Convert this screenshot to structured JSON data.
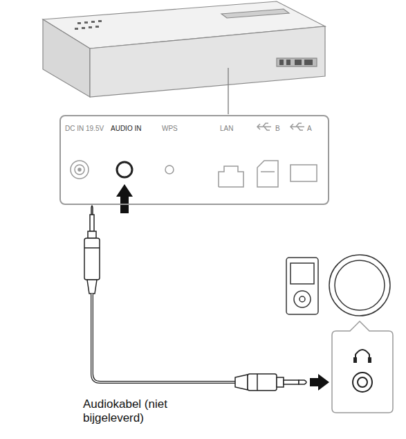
{
  "diagram": {
    "nodes": [
      {
        "text": [
          "DC IN 19.5V",
          "AUDIO IN",
          "WPS",
          "LAN",
          "B",
          "A"
        ]
      }
    ],
    "labels": [
      "Audiokabel (niet bijgeleverd)"
    ]
  }
}
